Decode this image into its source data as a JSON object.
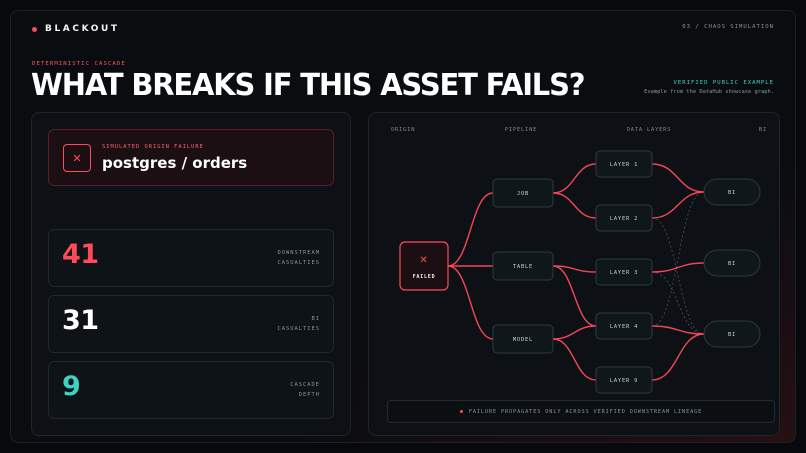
{
  "brand": {
    "name": "BLACKOUT"
  },
  "header": {
    "crumb": "03 / CHAOS SIMULATION",
    "eyebrow": "DETERMINISTIC CASCADE",
    "title": "WHAT BREAKS IF THIS ASSET FAILS?",
    "verified": "VERIFIED PUBLIC EXAMPLE",
    "verified_sub": "Example from the DataHub showcase graph."
  },
  "origin": {
    "label": "SIMULATED ORIGIN FAILURE",
    "value": "postgres / orders",
    "icon": "x-icon"
  },
  "stats": [
    {
      "value": "41",
      "caption_line1": "DOWNSTREAM",
      "caption_line2": "CASUALTIES",
      "color": "#ff4a5a"
    },
    {
      "value": "31",
      "caption_line1": "BI",
      "caption_line2": "CASUALTIES",
      "color": "#ffffff"
    },
    {
      "value": "9",
      "caption_line1": "CASCADE",
      "caption_line2": "DEPTH",
      "color": "#3fd1c4"
    }
  ],
  "graph": {
    "columns": [
      "ORIGIN",
      "PIPELINE",
      "DATA LAYERS",
      "BI"
    ],
    "failed_label": "FAILED",
    "pipeline": [
      "JOB",
      "TABLE",
      "MODEL"
    ],
    "layers": [
      "LAYER 1",
      "LAYER 2",
      "LAYER 3",
      "LAYER 4",
      "LAYER 9"
    ],
    "bi": [
      "BI",
      "BI",
      "BI"
    ],
    "footer": "FAILURE PROPAGATES ONLY ACROSS VERIFIED DOWNSTREAM LINEAGE"
  },
  "colors": {
    "accent_red": "#ff4a5a",
    "accent_teal": "#3fd1c4"
  }
}
